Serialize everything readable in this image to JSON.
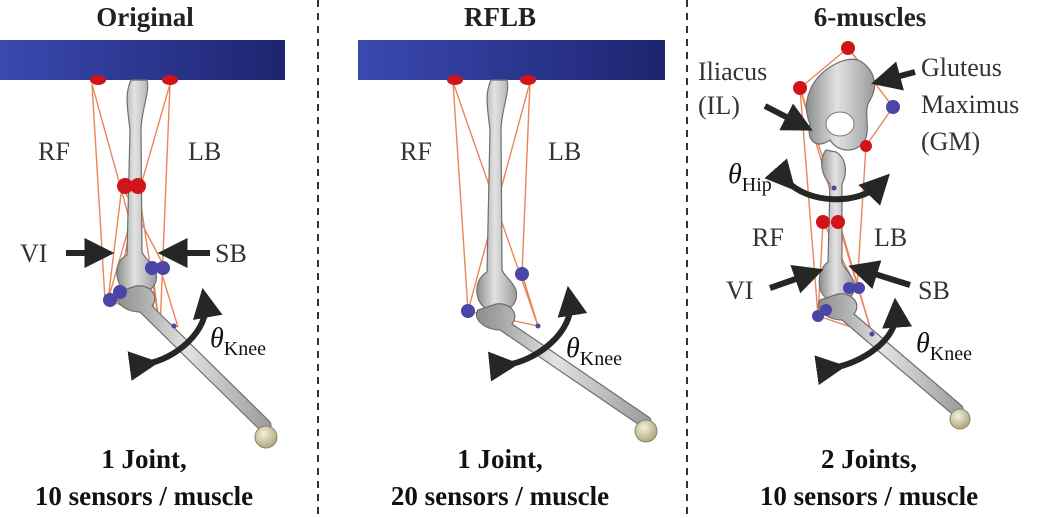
{
  "panels": [
    {
      "title": "Original",
      "labels": {
        "left_top": "RF",
        "right_top": "LB",
        "left_mid": "VI",
        "right_mid": "SB"
      },
      "joint_label": {
        "symbol": "θ",
        "sub": "Knee"
      },
      "caption": {
        "line1": "1 Joint,",
        "line2": "10 sensors / muscle"
      }
    },
    {
      "title": "RFLB",
      "labels": {
        "left_top": "RF",
        "right_top": "LB"
      },
      "joint_label": {
        "symbol": "θ",
        "sub": "Knee"
      },
      "caption": {
        "line1": "1 Joint,",
        "line2": "20 sensors / muscle"
      }
    },
    {
      "title": "6-muscles",
      "labels": {
        "iliacus_line1": "Iliacus",
        "iliacus_line2": "(IL)",
        "gluteus_line1": "Gluteus",
        "gluteus_line2": "Maximus",
        "gluteus_line3": "(GM)",
        "left_top": "RF",
        "right_top": "LB",
        "left_mid": "VI",
        "right_mid": "SB"
      },
      "hip_label": {
        "symbol": "θ",
        "sub": "Hip"
      },
      "joint_label": {
        "symbol": "θ",
        "sub": "Knee"
      },
      "caption": {
        "line1": "2 Joints,",
        "line2": "10 sensors / muscle"
      }
    }
  ],
  "colors": {
    "mount_bar": "#2b3591",
    "attachment_red": "#d0141a",
    "sensor_blue": "#4b45a6",
    "muscle_line": "#e8865a",
    "bone": "#bdbdbd",
    "divider": "#333333"
  },
  "icons": [
    "arrow-icon",
    "curved-double-arrow-icon"
  ]
}
